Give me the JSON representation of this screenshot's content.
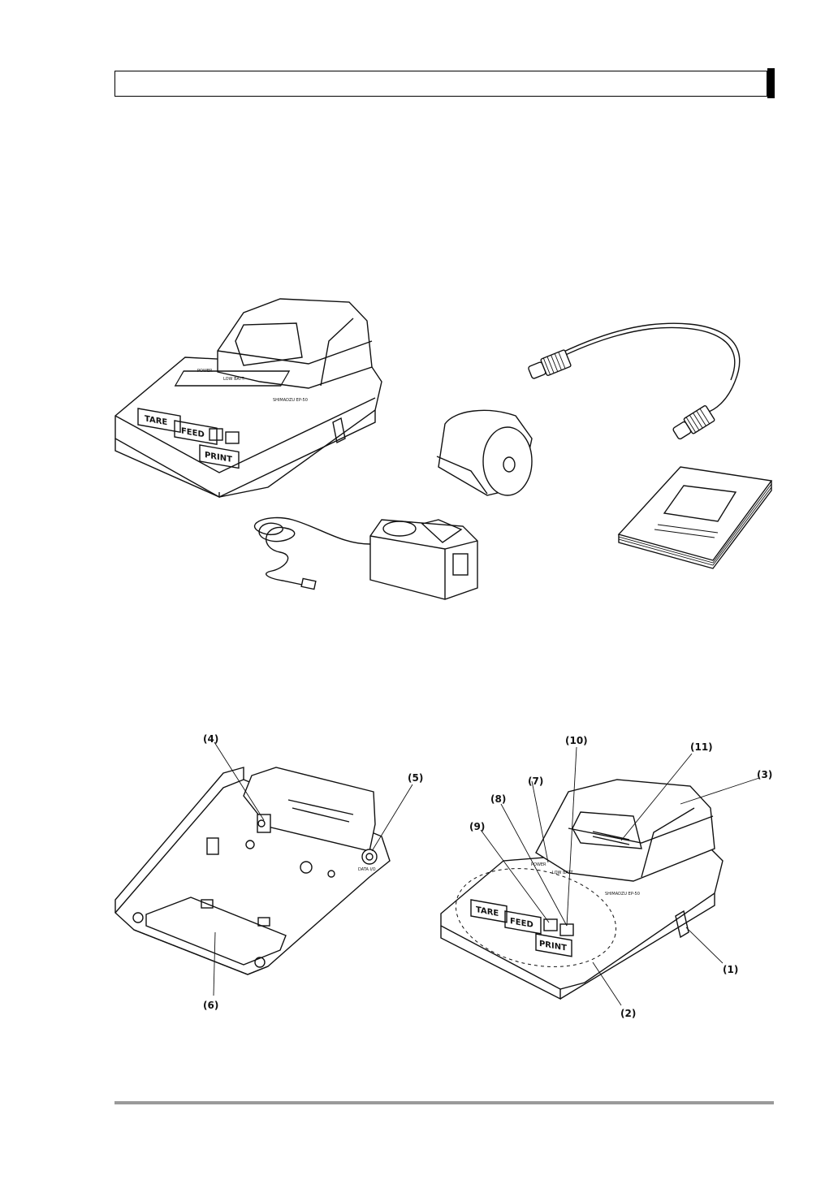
{
  "figure_top": {
    "printer_keys": {
      "tare": "TARE",
      "feed": "FEED",
      "print": "PRINT"
    }
  },
  "figure_bottom_right": {
    "printer_keys": {
      "tare": "TARE",
      "feed": "FEED",
      "print": "PRINT"
    },
    "callouts": [
      "(1)",
      "(2)",
      "(3)",
      "(7)",
      "(8)",
      "(9)",
      "(10)",
      "(11)"
    ]
  },
  "figure_bottom_left": {
    "port_label": "DATA I/O",
    "callouts": [
      "(4)",
      "(5)",
      "(6)"
    ]
  }
}
